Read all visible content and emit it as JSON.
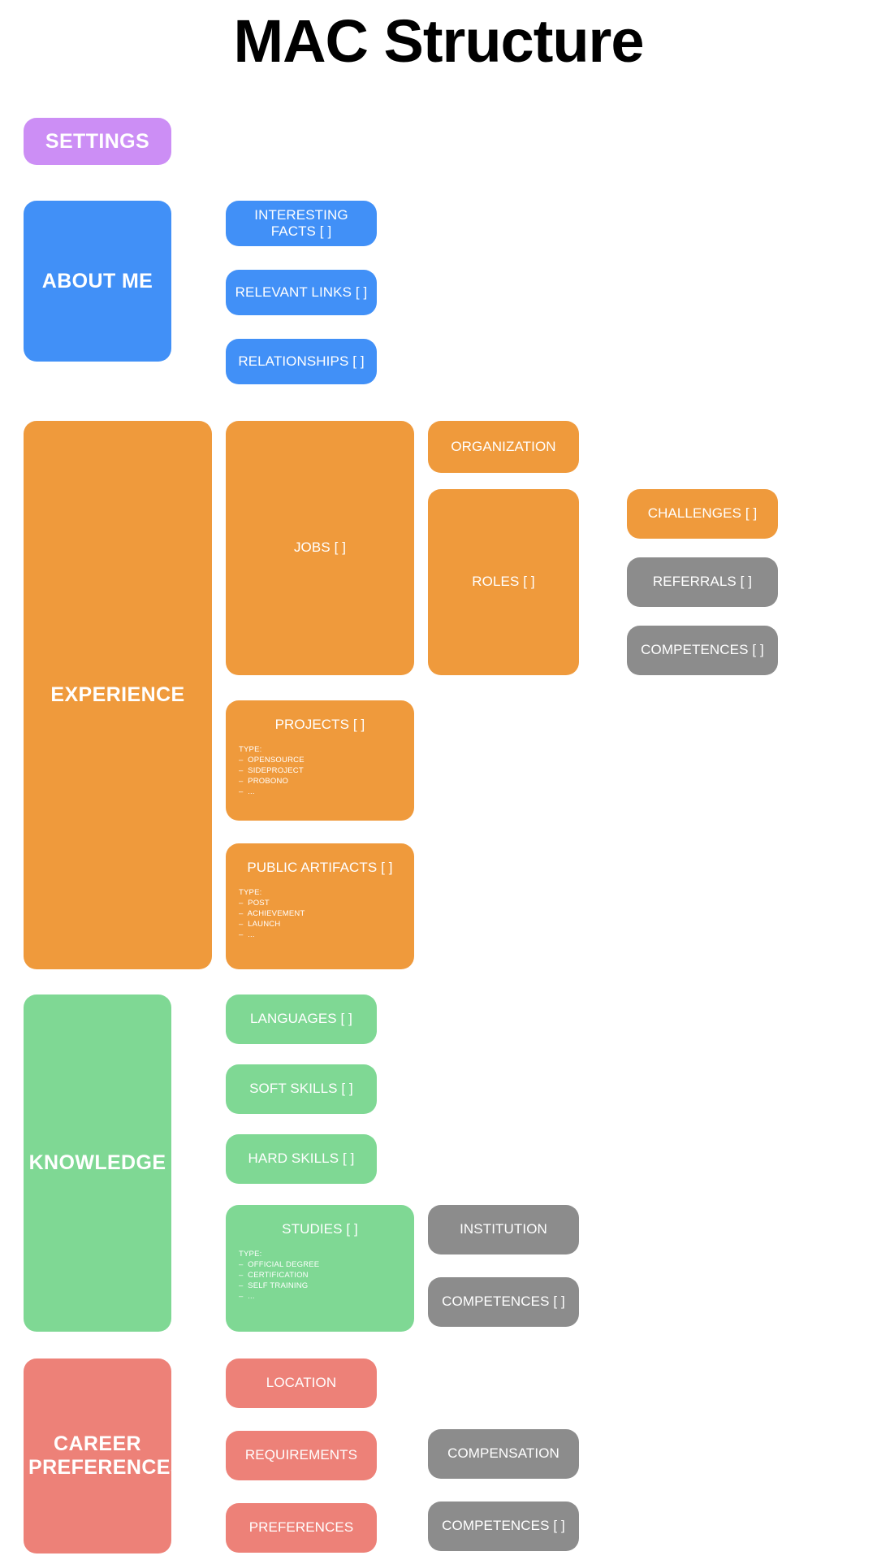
{
  "page": {
    "title": "MAC Structure",
    "background": "#ffffff"
  },
  "colors": {
    "settings": "#cc8ef5",
    "about_me": "#4190f7",
    "experience": "#ef9a3c",
    "knowledge": "#7fd894",
    "career_preferences": "#ed8178",
    "shared_entity": "#8c8c8c",
    "title_text": "#000000",
    "node_text": "#ffffff"
  },
  "sections": [
    {
      "id": "settings",
      "label": "SETTINGS",
      "color": "#cc8ef5",
      "children": []
    },
    {
      "id": "about-me",
      "label": "ABOUT ME",
      "color": "#4190f7",
      "children": [
        {
          "label": "INTERESTING FACTS [ ]",
          "color": "#4190f7"
        },
        {
          "label": "RELEVANT LINKS [ ]",
          "color": "#4190f7"
        },
        {
          "label": "RELATIONSHIPS [ ]",
          "color": "#4190f7"
        }
      ]
    },
    {
      "id": "experience",
      "label": "EXPERIENCE",
      "color": "#ef9a3c",
      "children": [
        {
          "label": "JOBS [ ]",
          "color": "#ef9a3c",
          "children": [
            {
              "label": "ORGANIZATION",
              "color": "#ef9a3c"
            },
            {
              "label": "ROLES [ ]",
              "color": "#ef9a3c",
              "children": [
                {
                  "label": "CHALLENGES [ ]",
                  "color": "#ef9a3c"
                },
                {
                  "label": "REFERRALS [ ]",
                  "color": "#8c8c8c"
                },
                {
                  "label": "COMPETENCES [ ]",
                  "color": "#8c8c8c"
                }
              ]
            }
          ]
        },
        {
          "label": "PROJECTS [ ]",
          "color": "#ef9a3c",
          "type_heading": "TYPE:",
          "type_items": [
            "OPENSOURCE",
            "SIDEPROJECT",
            "PROBONO",
            "..."
          ]
        },
        {
          "label": "PUBLIC ARTIFACTS [ ]",
          "color": "#ef9a3c",
          "type_heading": "TYPE:",
          "type_items": [
            "POST",
            "ACHIEVEMENT",
            "LAUNCH",
            "..."
          ]
        }
      ]
    },
    {
      "id": "knowledge",
      "label": "KNOWLEDGE",
      "color": "#7fd894",
      "children": [
        {
          "label": "LANGUAGES [ ]",
          "color": "#7fd894"
        },
        {
          "label": "SOFT SKILLS [ ]",
          "color": "#7fd894"
        },
        {
          "label": "HARD SKILLS [ ]",
          "color": "#7fd894"
        },
        {
          "label": "STUDIES [ ]",
          "color": "#7fd894",
          "type_heading": "TYPE:",
          "type_items": [
            "OFFICIAL DEGREE",
            "CERTIFICATION",
            "SELF TRAINING",
            "..."
          ],
          "children": [
            {
              "label": "INSTITUTION",
              "color": "#8c8c8c"
            },
            {
              "label": "COMPETENCES [ ]",
              "color": "#8c8c8c"
            }
          ]
        }
      ]
    },
    {
      "id": "career-preferences",
      "label": "CAREER\nPREFERENCES",
      "label_line1": "CAREER",
      "label_line2": "PREFERENCES",
      "color": "#ed8178",
      "children": [
        {
          "label": "LOCATION",
          "color": "#ed8178"
        },
        {
          "label": "REQUIREMENTS",
          "color": "#ed8178",
          "children": [
            {
              "label": "COMPENSATION",
              "color": "#8c8c8c"
            }
          ]
        },
        {
          "label": "PREFERENCES",
          "color": "#ed8178",
          "children": [
            {
              "label": "COMPETENCES [ ]",
              "color": "#8c8c8c"
            }
          ]
        }
      ]
    }
  ],
  "nodes": {
    "settings": "SETTINGS",
    "about_me": "ABOUT ME",
    "interesting_facts": "INTERESTING FACTS [ ]",
    "relevant_links": "RELEVANT LINKS [ ]",
    "relationships": "RELATIONSHIPS [ ]",
    "experience": "EXPERIENCE",
    "jobs": "JOBS [ ]",
    "organization": "ORGANIZATION",
    "roles": "ROLES [ ]",
    "challenges": "CHALLENGES [ ]",
    "referrals": "REFERRALS [ ]",
    "competences_roles": "COMPETENCES [ ]",
    "projects": "PROJECTS [ ]",
    "public_artifacts": "PUBLIC ARTIFACTS [ ]",
    "knowledge": "KNOWLEDGE",
    "languages": "LANGUAGES [ ]",
    "soft_skills": "SOFT SKILLS [ ]",
    "hard_skills": "HARD SKILLS [ ]",
    "studies": "STUDIES [ ]",
    "institution": "INSTITUTION",
    "competences_studies": "COMPETENCES [ ]",
    "career_preferences_line1": "CAREER",
    "career_preferences_line2": "PREFERENCES",
    "location": "LOCATION",
    "requirements": "REQUIREMENTS",
    "preferences": "PREFERENCES",
    "compensation": "COMPENSATION",
    "competences_preferences": "COMPETENCES [ ]"
  },
  "type_lists": {
    "projects": {
      "heading": "TYPE:",
      "items": [
        "–  OPENSOURCE",
        "–  SIDEPROJECT",
        "–  PROBONO",
        "–  ..."
      ]
    },
    "public_artifacts": {
      "heading": "TYPE:",
      "items": [
        "–  POST",
        "–  ACHIEVEMENT",
        "–  LAUNCH",
        "–  ..."
      ]
    },
    "studies": {
      "heading": "TYPE:",
      "items": [
        "–  OFFICIAL DEGREE",
        "–  CERTIFICATION",
        "–  SELF TRAINING",
        "–  ..."
      ]
    }
  }
}
